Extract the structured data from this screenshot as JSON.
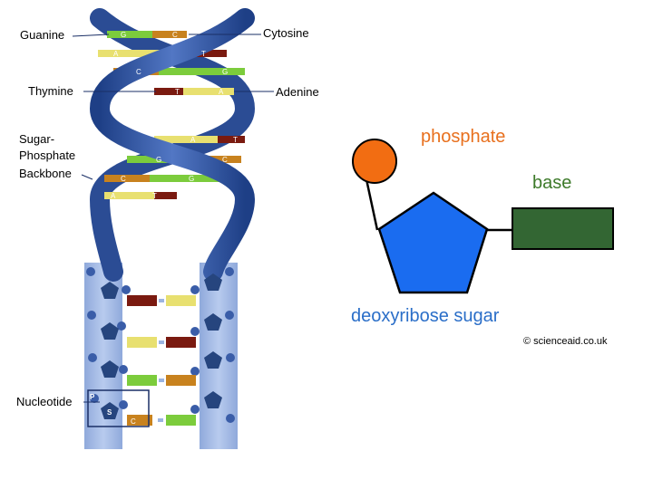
{
  "helix_labels": {
    "guanine": "Guanine",
    "cytosine": "Cytosine",
    "thymine": "Thymine",
    "adenine": "Adenine",
    "backbone_line1": "Sugar-",
    "backbone_line2": "Phosphate",
    "backbone_line3": "Backbone",
    "nucleotide": "Nucleotide"
  },
  "base_letters": {
    "g": "G",
    "c": "C",
    "a": "A",
    "t": "T",
    "p": "P",
    "s": "S"
  },
  "nucleotide_diagram": {
    "phosphate": "phosphate",
    "base": "base",
    "sugar": "deoxyribose sugar",
    "copyright": "© scienceaid.co.uk"
  },
  "colors": {
    "phosphate": "#f26d12",
    "sugar": "#1a6cf0",
    "base": "#336633",
    "guanine": "#7ccc3c",
    "cytosine": "#c8821e",
    "adenine": "#e8e070",
    "thymine": "#7a1a10",
    "helix": "#3a5da8",
    "ladder": "#9bb4e0",
    "label_orange": "#e8701e",
    "label_green": "#3d7a2a",
    "label_blue": "#2a6ec8"
  }
}
